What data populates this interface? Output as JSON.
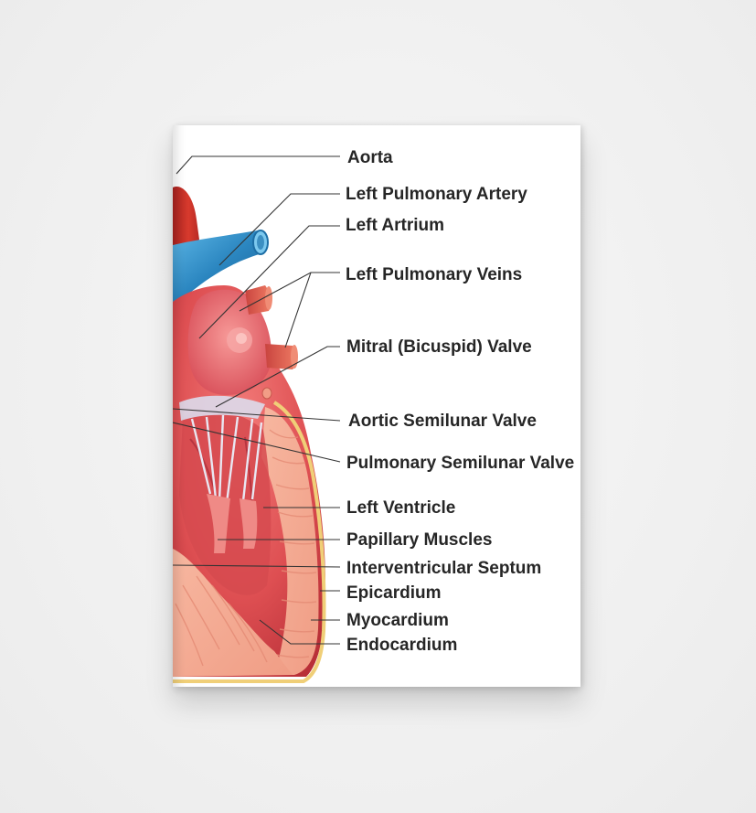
{
  "labels": {
    "aorta": "Aorta",
    "left_pulmonary_artery": "Left Pulmonary Artery",
    "left_atrium": "Left Artrium",
    "left_pulmonary_veins": "Left Pulmonary Veins",
    "mitral_valve": "Mitral (Bicuspid) Valve",
    "aortic_semilunar_valve": "Aortic Semilunar Valve",
    "pulmonary_semilunar_valve": "Pulmonary Semilunar Valve",
    "left_ventricle": "Left Ventricle",
    "papillary_muscles": "Papillary Muscles",
    "interventricular_septum": "Interventricular Septum",
    "epicardium": "Epicardium",
    "myocardium": "Myocardium",
    "endocardium": "Endocardium"
  },
  "colors": {
    "background": "#f3f3f3",
    "book_cover": "#ffffff",
    "label_text": "#262626",
    "leader_line": "#333333",
    "pulmonary_artery": "#2f8fc8",
    "aorta": "#d23b2e",
    "heart_muscle": "#e85a5a",
    "myocardium": "#f4a890",
    "epicardium_edge": "#f0cf78"
  }
}
